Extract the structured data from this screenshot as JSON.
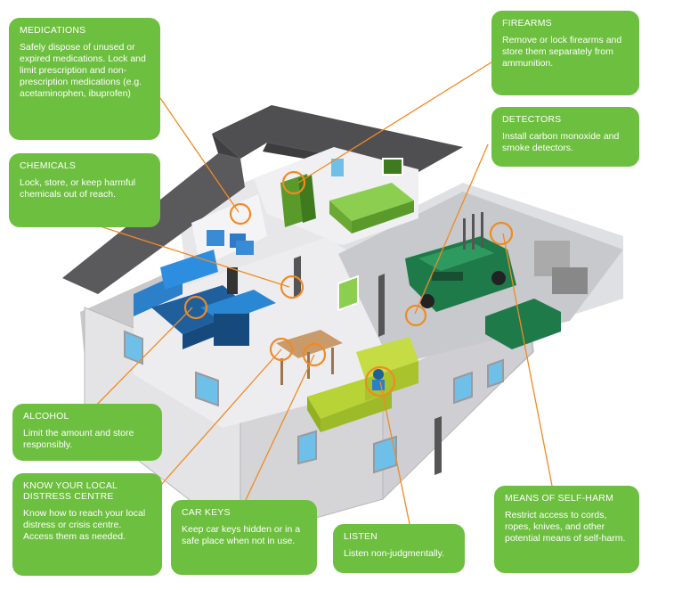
{
  "header_fragment": "",
  "callouts": {
    "medications": {
      "title": "MEDICATIONS",
      "body": "Safely dispose of unused or expired medications. Lock and limit prescription and non-prescription medications (e.g. acetaminophen, ibuprofen)"
    },
    "chemicals": {
      "title": "CHEMICALS",
      "body": "Lock, store, or keep harmful chemicals out of reach."
    },
    "firearms": {
      "title": "FIREARMS",
      "body": "Remove or lock firearms and store them separately from ammunition."
    },
    "detectors": {
      "title": "DETECTORS",
      "body": "Install carbon monoxide and smoke detectors."
    },
    "alcohol": {
      "title": "ALCOHOL",
      "body": "Limit the amount and store responsibly."
    },
    "distress": {
      "title": "KNOW YOUR LOCAL DISTRESS CENTRE",
      "body": "Know how to reach your local distress or crisis centre. Access them as needed."
    },
    "car_keys": {
      "title": "CAR KEYS",
      "body": "Keep car keys hidden or in a safe place when not in use."
    },
    "listen": {
      "title": "LISTEN",
      "body": "Listen non-judgmentally."
    },
    "self_harm": {
      "title": "MEANS OF SELF-HARM",
      "body": "Restrict access to cords, ropes, knives, and other potential means of self-harm."
    }
  },
  "colors": {
    "callout_green": "#6dbf3f",
    "line_orange": "#f08a24",
    "roof": "#555555",
    "wall": "#d9d9db"
  }
}
